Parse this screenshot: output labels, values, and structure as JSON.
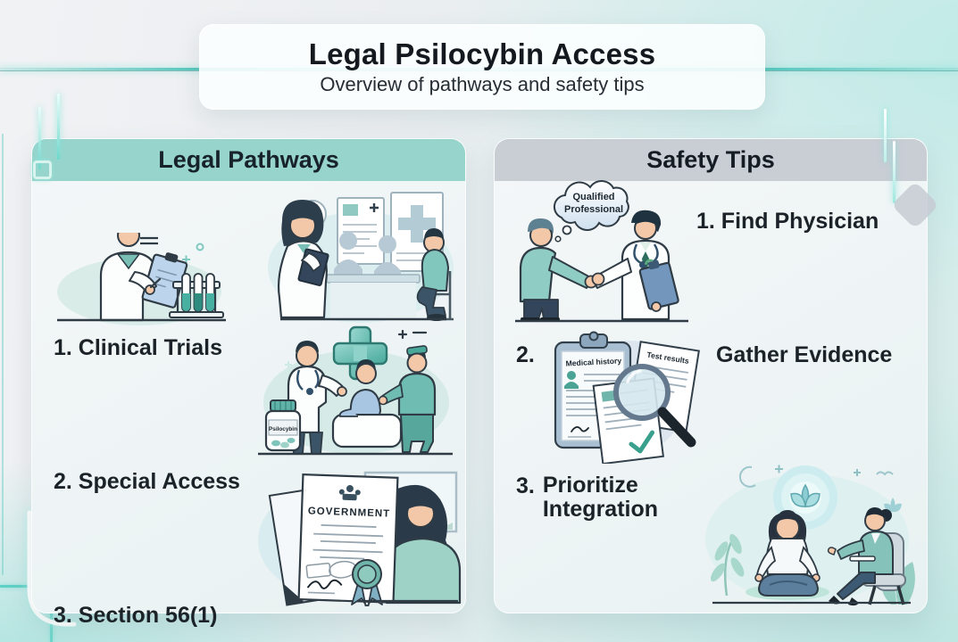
{
  "title_card": {
    "title": "Legal Psilocybin Access",
    "subtitle": "Overview of pathways and safety tips"
  },
  "left_panel": {
    "header": "Legal Pathways",
    "items": [
      {
        "label": "1. Clinical Trials"
      },
      {
        "label": "2. Special Access"
      },
      {
        "label": "3. Section 56(1)"
      }
    ]
  },
  "right_panel": {
    "header": "Safety Tips",
    "items": [
      {
        "label": "1. Find Physician"
      },
      {
        "number": "2.",
        "label": "Gather Evidence"
      },
      {
        "number": "3.",
        "label": "Prioritize Integration"
      }
    ]
  },
  "illustration_text": {
    "thought_bubble_line1": "Qualified",
    "thought_bubble_line2": "Professional",
    "medical_history_doc": "Medical history",
    "test_results_doc": "Test results",
    "bottle_label": "Psilocybin",
    "certificate_heading": "GOVERNMENT"
  },
  "colors": {
    "accent_teal": "#53C6BC",
    "left_header_fill": "#97D4CC",
    "right_header_fill": "#C9CDD4",
    "heading_text": "#1B2228"
  }
}
